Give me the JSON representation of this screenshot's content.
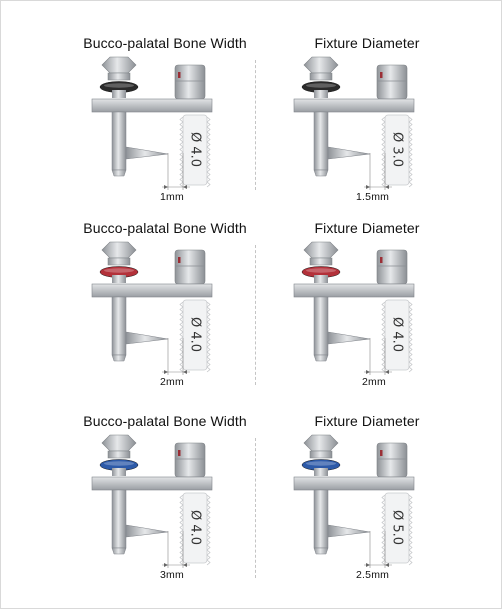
{
  "colors": {
    "ring_black": "#2b2b2b",
    "ring_red": "#b3313a",
    "ring_blue": "#2d5aa8",
    "metal": "#b9bcc0"
  },
  "rows": [
    {
      "left": {
        "title": "Bucco-palatal Bone Width",
        "ring": "ring_black",
        "diameter": "Ø 4.0",
        "offset": "1mm"
      },
      "right": {
        "title": "Fixture Diameter",
        "ring": "ring_black",
        "diameter": "Ø 3.0",
        "offset": "1.5mm"
      }
    },
    {
      "left": {
        "title": "Bucco-palatal Bone Width",
        "ring": "ring_red",
        "diameter": "Ø 4.0",
        "offset": "2mm"
      },
      "right": {
        "title": "Fixture Diameter",
        "ring": "ring_red",
        "diameter": "Ø 4.0",
        "offset": "2mm"
      }
    },
    {
      "left": {
        "title": "Bucco-palatal Bone Width",
        "ring": "ring_blue",
        "diameter": "Ø 4.0",
        "offset": "3mm"
      },
      "right": {
        "title": "Fixture Diameter",
        "ring": "ring_blue",
        "diameter": "Ø 5.0",
        "offset": "2.5mm"
      }
    }
  ]
}
